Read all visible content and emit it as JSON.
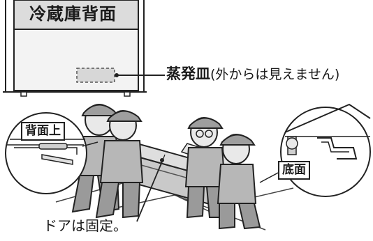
{
  "fridge_back_label": "冷蔵庫背面",
  "evap_pan": {
    "name": "蒸発皿",
    "note": "(外からは見えません)"
  },
  "inset_top_label": "背面上",
  "inset_bottom_label": "底面",
  "door_note": "ドアは固定。",
  "colors": {
    "line": "#222222",
    "fridge_fill": "#f3f3f3",
    "fridge_top_fill": "#dcdcdc",
    "pan_fill": "#d7d7d7",
    "worker_shirt": "#b7b7b7",
    "worker_cap": "#9e9e9e",
    "worker_pants": "#9a9a9a",
    "skin": "#e9e9e9",
    "carried_fridge": "#c9c9c9"
  }
}
